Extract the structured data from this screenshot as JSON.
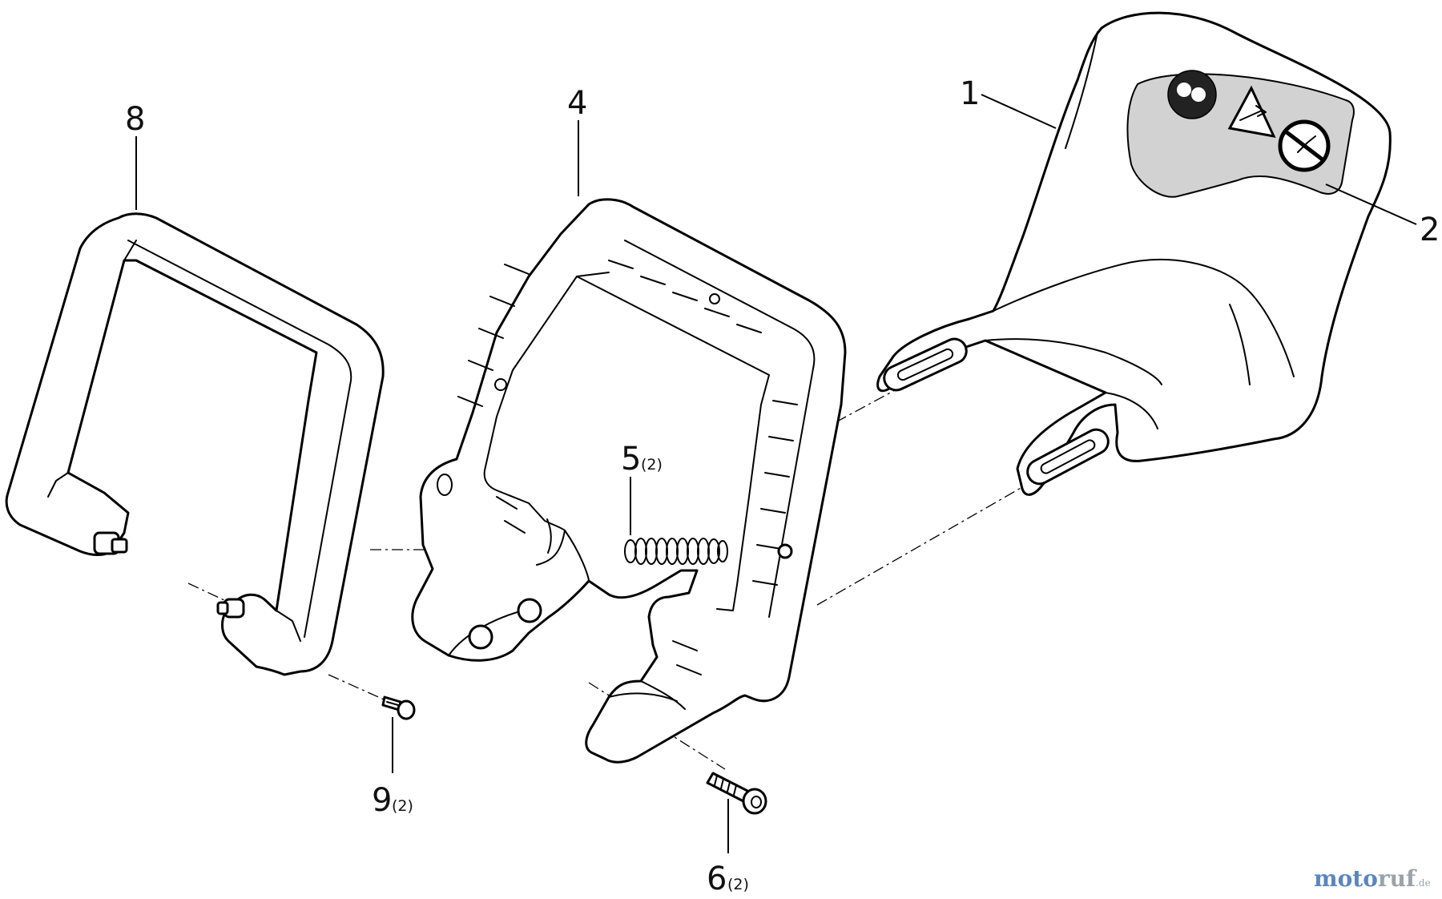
{
  "callouts": {
    "c1": {
      "number": "1",
      "qty": ""
    },
    "c2": {
      "number": "2",
      "qty": ""
    },
    "c4": {
      "number": "4",
      "qty": ""
    },
    "c5": {
      "number": "5",
      "qty": "(2)"
    },
    "c6": {
      "number": "6",
      "qty": "(2)"
    },
    "c8": {
      "number": "8",
      "qty": ""
    },
    "c9": {
      "number": "9",
      "qty": "(2)"
    }
  },
  "watermark": {
    "part1": "moto",
    "part2": "ruf",
    "tld": ".de"
  },
  "parts": [
    {
      "number": "1",
      "name": "hand-guard-shield-icon"
    },
    {
      "number": "2",
      "name": "warning-decal-icon"
    },
    {
      "number": "4",
      "name": "handle-bracket-icon"
    },
    {
      "number": "5",
      "name": "spring-icon"
    },
    {
      "number": "6",
      "name": "screw-icon"
    },
    {
      "number": "8",
      "name": "front-handle-icon"
    },
    {
      "number": "9",
      "name": "screw-icon"
    }
  ],
  "colors": {
    "line": "#000000",
    "decal_fill": "#d2d2d2",
    "watermark_blue": "#5a86c0",
    "watermark_gray": "#9aa3ab"
  }
}
